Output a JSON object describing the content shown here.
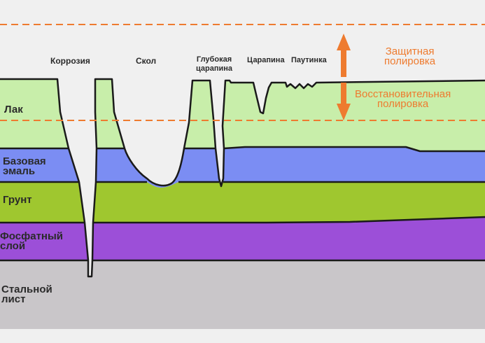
{
  "defects": {
    "corrosion": "Коррозия",
    "chip": "Скол",
    "deep_scratch": "Глубокая\nцарапина",
    "scratch": "Царапина",
    "swirl": "Паутинка"
  },
  "layers": {
    "lacquer": "Лак",
    "base_enamel": "Базовая\nэмаль",
    "primer": "Грунт",
    "phosphate": "Фосфатный\nслой",
    "steel": "Стальной\nлист"
  },
  "polishing": {
    "protective": "Защитная\nполировка",
    "restorative": "Восстановительная\nполировка"
  },
  "colors": {
    "background": "#f0f0f0",
    "lacquer": "#c8eeaa",
    "base_enamel": "#7b8df3",
    "primer": "#9fc72f",
    "phosphate": "#9c4fd8",
    "steel": "#c9c6c9",
    "accent": "#ee7b2f"
  }
}
